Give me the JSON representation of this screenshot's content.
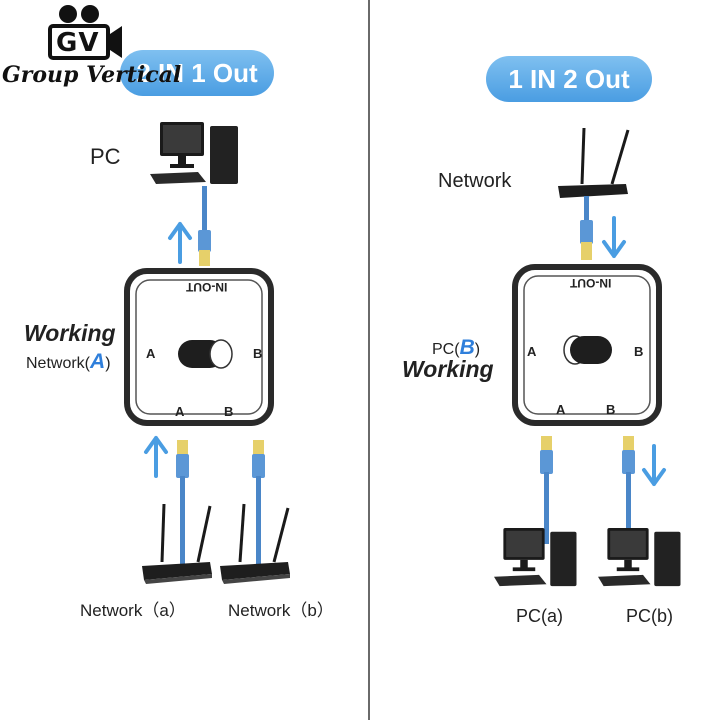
{
  "logo": {
    "initials": "GV",
    "text": "Group Vertical"
  },
  "left": {
    "title": "2 IN 1 Out",
    "pc_label": "PC",
    "working": "Working",
    "network_prefix": "Network(",
    "network_letter": "A",
    "network_suffix": ")",
    "switch": {
      "top_port": "IN-OUT",
      "side_a": "A",
      "side_b": "B",
      "bottom_a": "A",
      "bottom_b": "B"
    },
    "network_a": "Network（a）",
    "network_b": "Network（b）"
  },
  "right": {
    "title": "1 IN 2 Out",
    "network_label": "Network",
    "pc_prefix": "PC(",
    "pc_letter": "B",
    "pc_suffix": ")",
    "working": "Working",
    "switch": {
      "top_port": "IN-OUT",
      "side_a": "A",
      "side_b": "B",
      "bottom_a": "A",
      "bottom_b": "B"
    },
    "pc_a": "PC(a)",
    "pc_b": "PC(b)"
  },
  "colors": {
    "accent": "#4a9de2",
    "cable": "#4a86c8",
    "arrow": "#4a9de2",
    "frame": "#2a2a2a"
  }
}
